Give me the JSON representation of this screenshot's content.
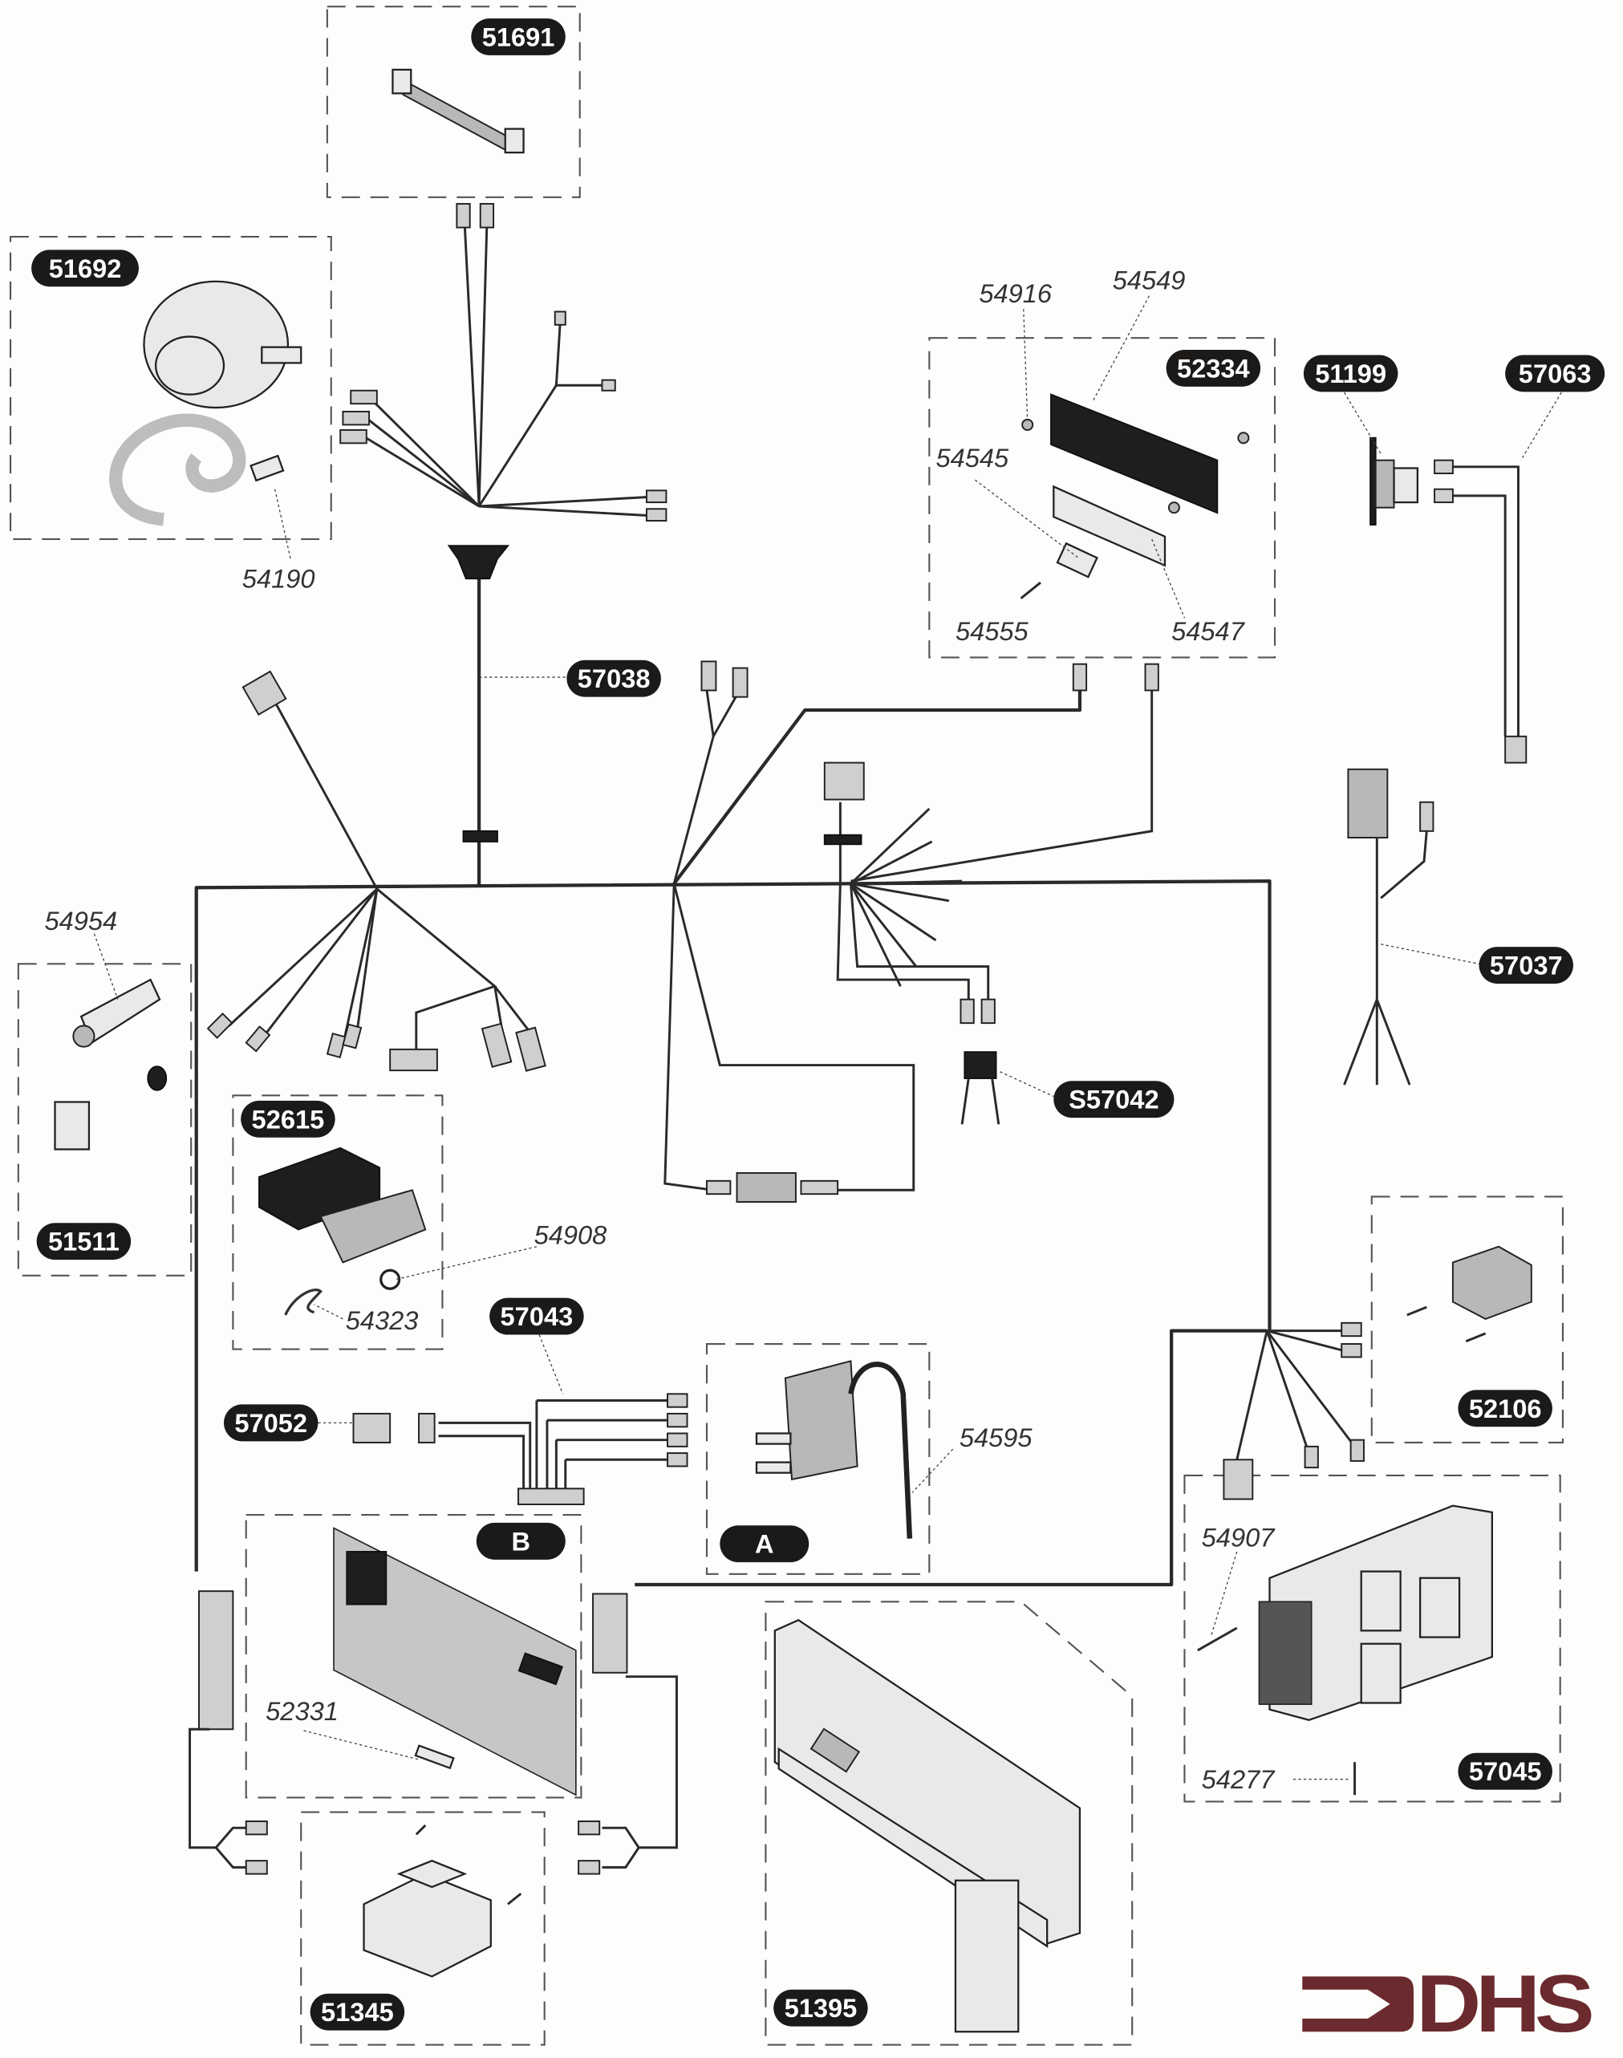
{
  "title": "Wiring harness exploded parts diagram",
  "brand": {
    "name": "DHS",
    "color": "#6b2a2e"
  },
  "callouts_boxed": [
    {
      "id": "51691",
      "label": "51691"
    },
    {
      "id": "51692",
      "label": "51692"
    },
    {
      "id": "52334",
      "label": "52334"
    },
    {
      "id": "51199",
      "label": "51199"
    },
    {
      "id": "57063",
      "label": "57063"
    },
    {
      "id": "57038",
      "label": "57038"
    },
    {
      "id": "57037",
      "label": "57037"
    },
    {
      "id": "S57042",
      "label": "S57042"
    },
    {
      "id": "51511",
      "label": "51511"
    },
    {
      "id": "52615",
      "label": "52615"
    },
    {
      "id": "57043",
      "label": "57043"
    },
    {
      "id": "57052",
      "label": "57052"
    },
    {
      "id": "A",
      "label": "A"
    },
    {
      "id": "B",
      "label": "B"
    },
    {
      "id": "52106",
      "label": "52106"
    },
    {
      "id": "57045",
      "label": "57045"
    },
    {
      "id": "51345",
      "label": "51345"
    },
    {
      "id": "51395",
      "label": "51395"
    }
  ],
  "callouts_plain": [
    {
      "id": "54190",
      "label": "54190"
    },
    {
      "id": "54916",
      "label": "54916"
    },
    {
      "id": "54549",
      "label": "54549"
    },
    {
      "id": "54545",
      "label": "54545"
    },
    {
      "id": "54555",
      "label": "54555"
    },
    {
      "id": "54547",
      "label": "54547"
    },
    {
      "id": "54954",
      "label": "54954"
    },
    {
      "id": "54908",
      "label": "54908"
    },
    {
      "id": "54323",
      "label": "54323"
    },
    {
      "id": "54595",
      "label": "54595"
    },
    {
      "id": "54907",
      "label": "54907"
    },
    {
      "id": "54277",
      "label": "54277"
    },
    {
      "id": "52331",
      "label": "52331"
    }
  ]
}
